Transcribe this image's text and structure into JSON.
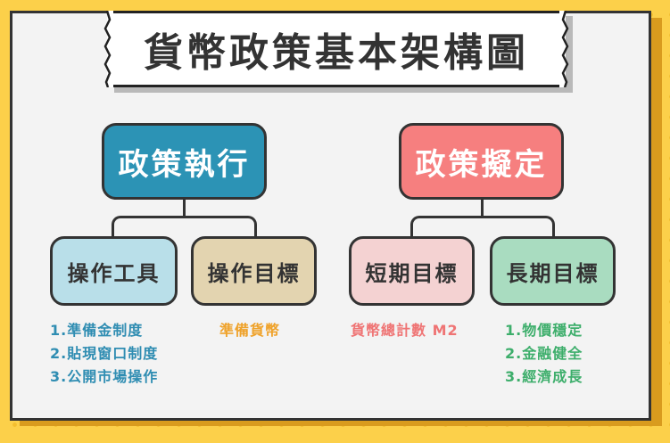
{
  "title": "貨幣政策基本架構圖",
  "colors": {
    "background": "#fcd04a",
    "board": "#f3f3f3",
    "execution": "#2c93b5",
    "formulation": "#f67f7f",
    "tools": "#b9dfe9",
    "operating_target": "#e3d4b0",
    "short_term": "#f4d2d2",
    "long_term": "#a9dcc0",
    "tools_text": "#2f8db2",
    "operating_text": "#efa22a",
    "short_text": "#ef7474",
    "long_text": "#3dae6b"
  },
  "execution": {
    "label": "政策執行",
    "tools": {
      "label": "操作工具",
      "items": [
        "1.準備金制度",
        "2.貼現窗口制度",
        "3.公開市場操作"
      ]
    },
    "operating_target": {
      "label": "操作目標",
      "items": [
        "準備貨幣"
      ]
    }
  },
  "formulation": {
    "label": "政策擬定",
    "short_term": {
      "label": "短期目標",
      "items": [
        "貨幣總計數 M2"
      ]
    },
    "long_term": {
      "label": "長期目標",
      "items": [
        "1.物價穩定",
        "2.金融健全",
        "3.經濟成長"
      ]
    }
  }
}
